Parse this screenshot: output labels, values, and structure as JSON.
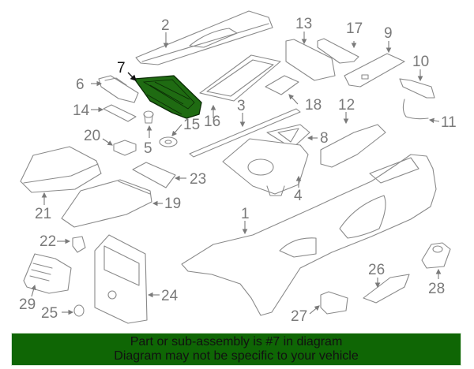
{
  "diagram": {
    "title": "Center console exploded parts diagram",
    "highlighted_part": "7",
    "highlight_color": "#1f6b12",
    "callouts": [
      {
        "id": "c1",
        "label": "1"
      },
      {
        "id": "c2",
        "label": "2"
      },
      {
        "id": "c3",
        "label": "3"
      },
      {
        "id": "c4",
        "label": "4"
      },
      {
        "id": "c5",
        "label": "5"
      },
      {
        "id": "c6",
        "label": "6"
      },
      {
        "id": "c7",
        "label": "7"
      },
      {
        "id": "c8",
        "label": "8"
      },
      {
        "id": "c9",
        "label": "9"
      },
      {
        "id": "c10",
        "label": "10"
      },
      {
        "id": "c11",
        "label": "11"
      },
      {
        "id": "c12",
        "label": "12"
      },
      {
        "id": "c13",
        "label": "13"
      },
      {
        "id": "c14",
        "label": "14"
      },
      {
        "id": "c15",
        "label": "15"
      },
      {
        "id": "c16",
        "label": "16"
      },
      {
        "id": "c17",
        "label": "17"
      },
      {
        "id": "c18",
        "label": "18"
      },
      {
        "id": "c19",
        "label": "19"
      },
      {
        "id": "c20",
        "label": "20"
      },
      {
        "id": "c21",
        "label": "21"
      },
      {
        "id": "c22",
        "label": "22"
      },
      {
        "id": "c23",
        "label": "23"
      },
      {
        "id": "c24",
        "label": "24"
      },
      {
        "id": "c25",
        "label": "25"
      },
      {
        "id": "c26",
        "label": "26"
      },
      {
        "id": "c27",
        "label": "27"
      },
      {
        "id": "c28",
        "label": "28"
      },
      {
        "id": "c29",
        "label": "29"
      }
    ]
  },
  "banner": {
    "line1": "Part or sub-assembly is #7 in diagram",
    "line2": "Diagram may not be specific to your vehicle",
    "background": "#0f6605"
  }
}
